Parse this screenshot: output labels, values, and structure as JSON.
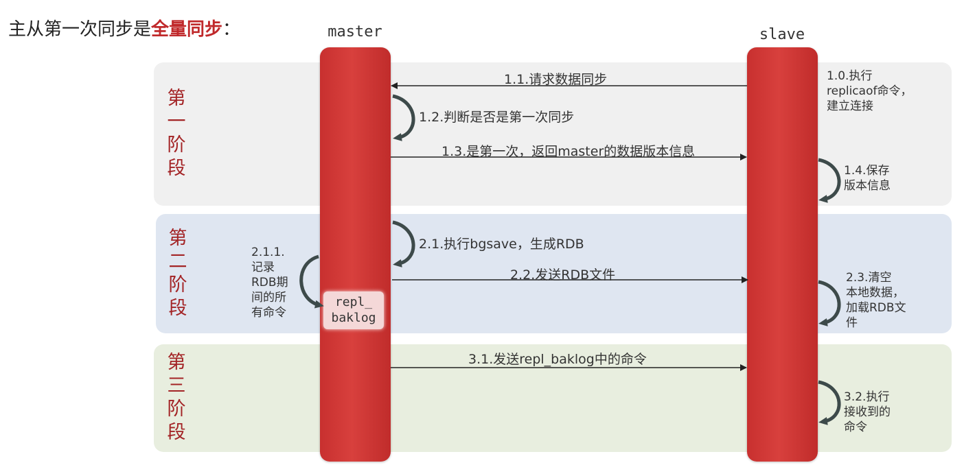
{
  "title": {
    "prefix": "主从第一次同步是",
    "highlight": "全量同步",
    "suffix": "："
  },
  "actors": {
    "master": "master",
    "slave": "slave"
  },
  "stages": [
    {
      "chars": [
        "第",
        "一",
        "阶",
        "段"
      ]
    },
    {
      "chars": [
        "第",
        "二",
        "阶",
        "段"
      ]
    },
    {
      "chars": [
        "第",
        "三",
        "阶",
        "段"
      ]
    }
  ],
  "messages": {
    "m1_1": "1.1.请求数据同步",
    "m1_2": "1.2.判断是否是第一次同步",
    "m1_3": "1.3.是第一次，返回master的数据版本信息",
    "m2_1": "2.1.执行bgsave，生成RDB",
    "m2_2": "2.2.发送RDB文件",
    "m3_1": "3.1.发送repl_baklog中的命令"
  },
  "notes": {
    "n1_0": [
      "1.0.执行",
      "replicaof命令，",
      "建立连接"
    ],
    "n1_4": [
      "1.4.保存",
      "版本信息"
    ],
    "n2_1_1": [
      "2.1.1.",
      "记录",
      "RDB期",
      "间的所",
      "有命令"
    ],
    "n2_3": [
      "2.3.清空",
      "本地数据，",
      "加载RDB文",
      "件"
    ],
    "n3_2": [
      "3.2.执行",
      "接收到的",
      "命令"
    ]
  },
  "repl_box": [
    "repl_",
    "baklog"
  ],
  "colors": {
    "accent": "#c0292b",
    "bar": "#d23a38",
    "stage_text": "#a32426"
  }
}
